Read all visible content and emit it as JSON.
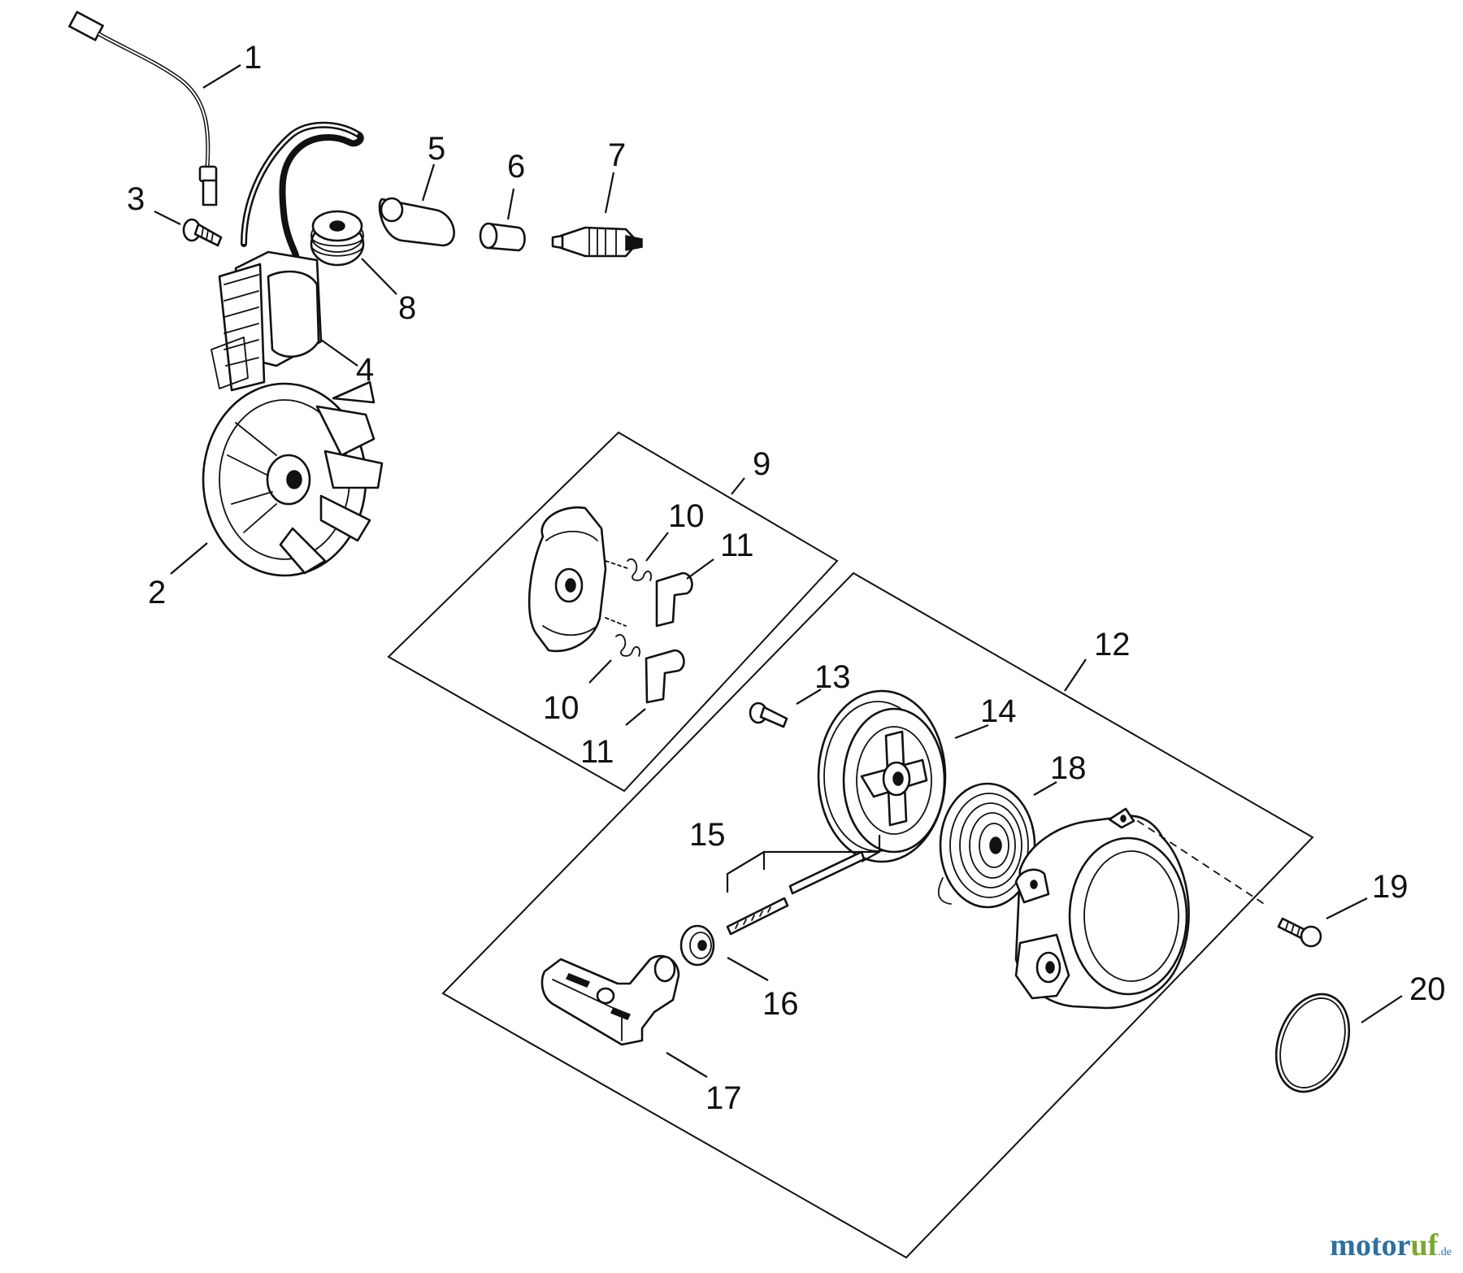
{
  "diagram": {
    "watermark": {
      "main": "motor",
      "accent": "uf",
      "tld": ".de"
    },
    "labels": {
      "l1": "1",
      "l2": "2",
      "l3": "3",
      "l4": "4",
      "l5": "5",
      "l6": "6",
      "l7": "7",
      "l8": "8",
      "l9": "9",
      "l10a": "10",
      "l10b": "10",
      "l11a": "11",
      "l11b": "11",
      "l12": "12",
      "l13": "13",
      "l14": "14",
      "l15": "15",
      "l16": "16",
      "l17": "17",
      "l18": "18",
      "l19": "19",
      "l20": "20"
    }
  }
}
